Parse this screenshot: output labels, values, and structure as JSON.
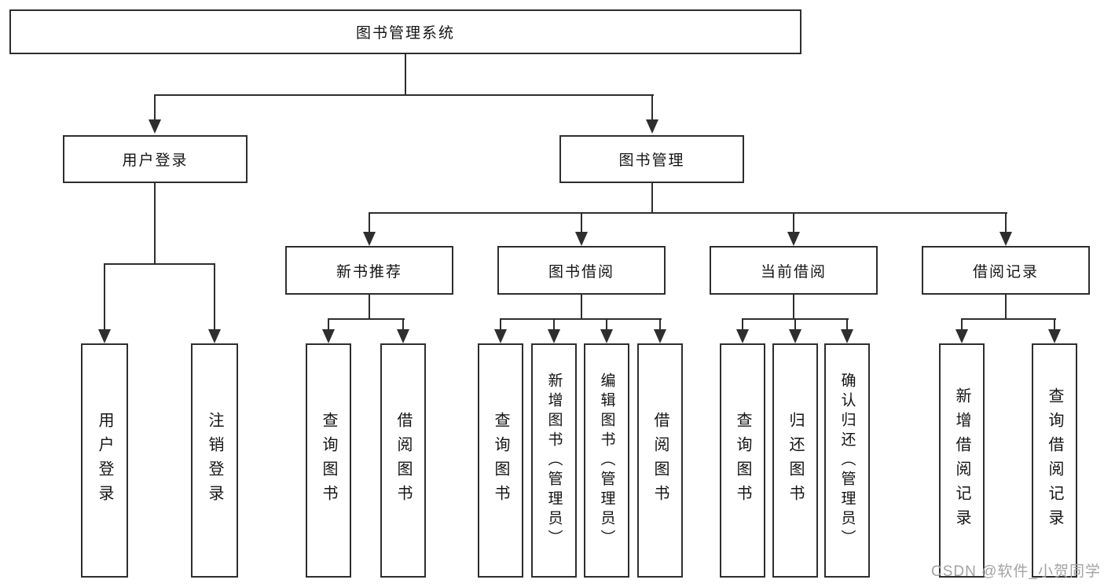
{
  "diagram": {
    "title": "图书管理系统",
    "level2": [
      "用户登录",
      "图书管理"
    ],
    "level3": [
      "新书推荐",
      "图书借阅",
      "当前借阅",
      "借阅记录"
    ],
    "leaves": {
      "user": [
        "用户登录",
        "注销登录"
      ],
      "newbook": [
        "查询图书",
        "借阅图书"
      ],
      "borrow": [
        "查询图书",
        "新增图书（管理员）",
        "编辑图书（管理员）",
        "借阅图书"
      ],
      "current": [
        "查询图书",
        "归还图书",
        "确认归还（管理员）"
      ],
      "records": [
        "新增借阅记录",
        "查询借阅记录"
      ]
    },
    "watermark": "CSDN @软件_小贺同学",
    "colors": {
      "line": "#2e2e2e",
      "box_border": "#2e2e2e",
      "box_fill": "#ffffff",
      "text": "#141414",
      "watermark": "#a3a3a3"
    }
  }
}
